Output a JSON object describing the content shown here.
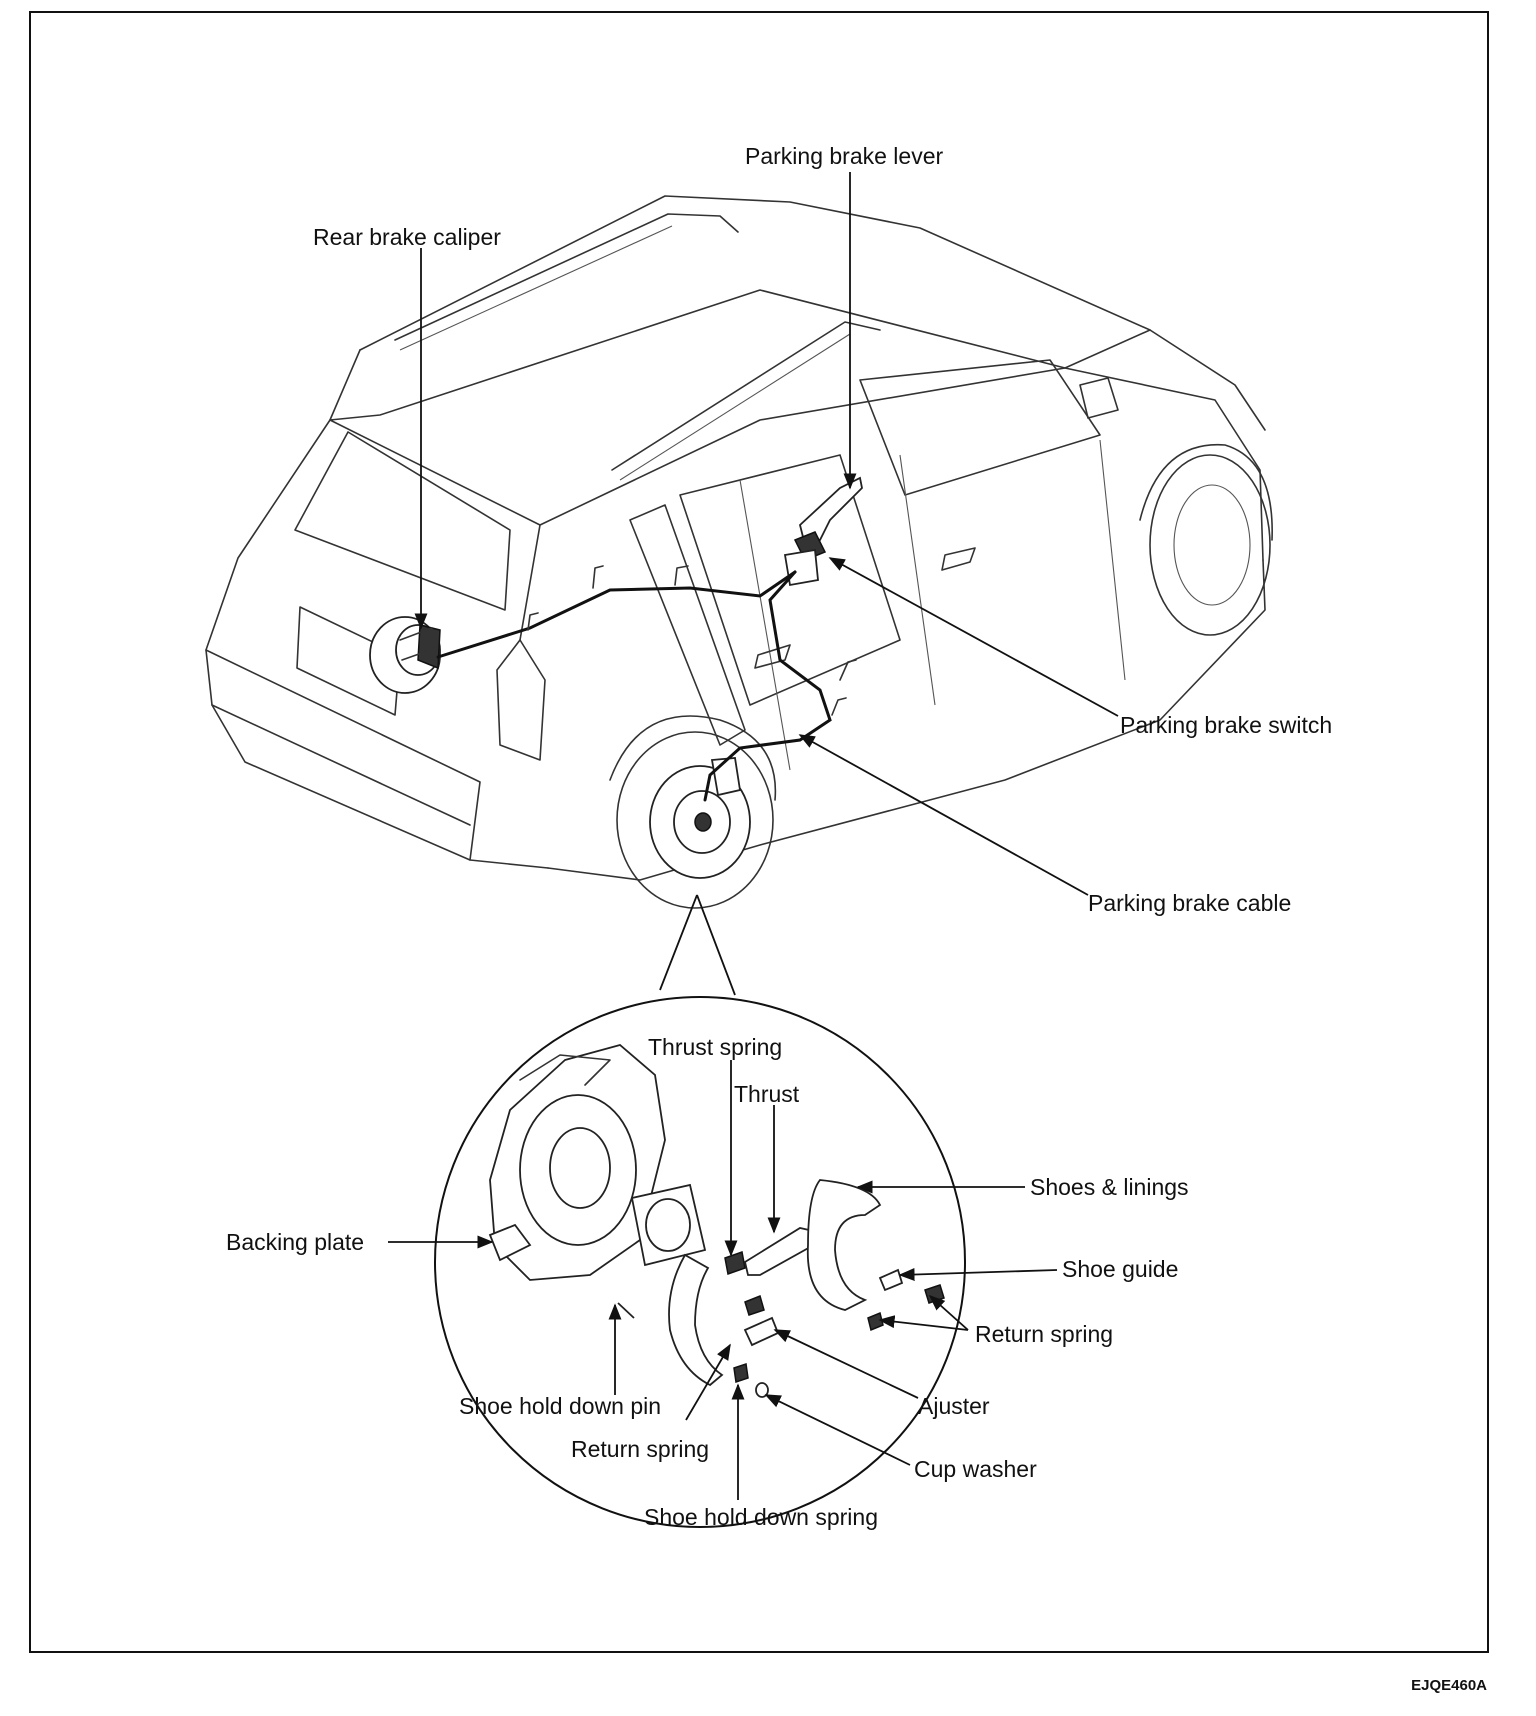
{
  "labels": {
    "parking_brake_lever": "Parking brake lever",
    "rear_brake_caliper": "Rear brake caliper",
    "parking_brake_switch": "Parking brake switch",
    "parking_brake_cable": "Parking brake cable",
    "thrust_spring": "Thrust spring",
    "thrust": "Thrust",
    "shoes_linings": "Shoes & linings",
    "backing_plate": "Backing plate",
    "shoe_guide": "Shoe guide",
    "return_spring_right": "Return spring",
    "ajuster": "Ajuster",
    "shoe_hold_down_pin": "Shoe hold down pin",
    "return_spring_bottom": "Return spring",
    "cup_washer": "Cup washer",
    "shoe_hold_down_spring": "Shoe hold down spring"
  },
  "figure_code": "EJQE460A"
}
